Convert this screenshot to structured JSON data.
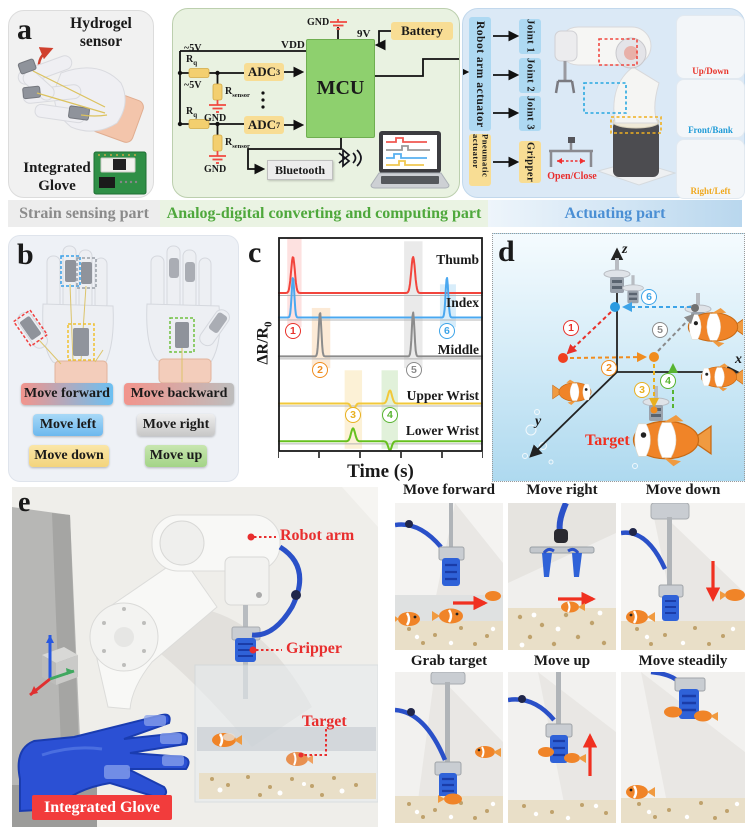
{
  "colors": {
    "accent_red": "#e82e2e",
    "banner_gray_text": "#8b8b8b",
    "banner_green_text": "#4fa83c",
    "banner_blue_text": "#4b8fd4",
    "mcu_green": "#8ed06e",
    "component_yellow": "#f8dd94",
    "joint_blue": "#aed9f2",
    "glove_blue": "#2b50d4",
    "fish_orange": "#f08428"
  },
  "panel_a": {
    "label": "a",
    "hydrogel_sensor": "Hydrogel sensor",
    "integrated_glove": "Integrated Glove",
    "circuit": {
      "v_top": "~5V",
      "v_mid": "~5V",
      "rq": {
        "base": "R",
        "sub": "q"
      },
      "rsensor": {
        "base": "R",
        "sub": "sensor"
      },
      "gnd": "GND",
      "adc3": {
        "base": "ADC",
        "sub": "3"
      },
      "adc7": {
        "base": "ADC",
        "sub": "7"
      },
      "vdd": "VDD",
      "mcu": "MCU",
      "v9": "9V",
      "battery": "Battery",
      "bluetooth": "Bluetooth"
    },
    "actuators": {
      "robot_arm_actuator": "Robot arm actuator",
      "joint1": "Joint 1",
      "joint2": "Joint 2",
      "joint3": "Joint 3",
      "pneumatic_actuator": "Pneumatic actuator",
      "gripper": "Gripper",
      "open_close": "Open/Close",
      "up_down": "Up/Down",
      "front_bank": "Front/Bank",
      "right_left": "Right/Left"
    }
  },
  "banner": {
    "strain": "Strain sensing part",
    "computing": "Analog-digital converting and computing part",
    "actuating": "Actuating part"
  },
  "panel_b": {
    "label": "b",
    "moves": [
      "Move forward",
      "Move backward",
      "Move left",
      "Move right",
      "Move down",
      "Move up"
    ]
  },
  "panel_c": {
    "label": "c"
  },
  "chart_data": {
    "type": "line",
    "xlabel": "Time (s)",
    "ylabel_base": "ΔR/R",
    "ylabel_sub": "0",
    "x_ticks": 6,
    "grid": false,
    "legend_position": "right-inline",
    "series": [
      {
        "name": "Thumb",
        "color": "#f2453d",
        "baseline": 0.272,
        "peaks": [
          {
            "x": 0.073,
            "h": 36,
            "w": 0.013
          },
          {
            "x": 0.659,
            "h": 36,
            "w": 0.013
          }
        ]
      },
      {
        "name": "Index",
        "color": "#4aa8f0",
        "baseline": 0.386,
        "peaks": [
          {
            "x": 0.073,
            "h": 40,
            "w": 0.009
          },
          {
            "x": 0.824,
            "h": 40,
            "w": 0.009
          }
        ]
      },
      {
        "name": "Middle",
        "color": "#8c8c8c",
        "baseline": 0.567,
        "peaks": [
          {
            "x": 0.205,
            "h": 44,
            "w": 0.009
          },
          {
            "x": 0.659,
            "h": 44,
            "w": 0.009
          }
        ]
      },
      {
        "name": "Upper Wrist",
        "color": "#f2c83a",
        "baseline": 0.786,
        "peaks": [
          {
            "x": 0.366,
            "h": -9,
            "w": 0.012
          },
          {
            "x": 0.546,
            "h": 13,
            "w": 0.014
          }
        ]
      },
      {
        "name": "Lower Wrist",
        "color": "#66c01e",
        "baseline": 0.962,
        "peaks": [
          {
            "x": 0.366,
            "h": 13,
            "w": 0.014
          },
          {
            "x": 0.546,
            "h": -9,
            "w": 0.012
          }
        ]
      }
    ],
    "series_label_y": [
      0.112,
      0.312,
      0.53,
      0.745,
      0.905
    ],
    "bands": [
      {
        "x0": 0.045,
        "x1": 0.115,
        "y0": 0.005,
        "y1": 0.42,
        "color": "#f2453d",
        "opacity": 0.16
      },
      {
        "x0": 0.165,
        "x1": 0.255,
        "y0": 0.33,
        "y1": 0.61,
        "color": "#f08c1e",
        "opacity": 0.18
      },
      {
        "x0": 0.325,
        "x1": 0.41,
        "y0": 0.62,
        "y1": 0.985,
        "color": "#f0b41e",
        "opacity": 0.18
      },
      {
        "x0": 0.505,
        "x1": 0.585,
        "y0": 0.62,
        "y1": 0.985,
        "color": "#58b431",
        "opacity": 0.18
      },
      {
        "x0": 0.615,
        "x1": 0.705,
        "y0": 0.02,
        "y1": 0.61,
        "color": "#888888",
        "opacity": 0.18
      },
      {
        "x0": 0.79,
        "x1": 0.868,
        "y0": 0.22,
        "y1": 0.42,
        "color": "#3da4e8",
        "opacity": 0.2
      }
    ],
    "markers": [
      {
        "n": "1",
        "x": 0.073,
        "y": 0.437,
        "color": "#e8312a"
      },
      {
        "n": "2",
        "x": 0.205,
        "y": 0.619,
        "color": "#f08c1e"
      },
      {
        "n": "3",
        "x": 0.366,
        "y": 0.828,
        "color": "#e8b020"
      },
      {
        "n": "4",
        "x": 0.546,
        "y": 0.828,
        "color": "#58b431"
      },
      {
        "n": "5",
        "x": 0.663,
        "y": 0.619,
        "color": "#8a8a8a"
      },
      {
        "n": "6",
        "x": 0.824,
        "y": 0.437,
        "color": "#3da4e8"
      }
    ]
  },
  "panel_d": {
    "label": "d",
    "axis_x": "x",
    "axis_y": "y",
    "axis_z": "z",
    "target": "Target",
    "steps": [
      {
        "n": "1",
        "color": "#e8312a"
      },
      {
        "n": "2",
        "color": "#f08c1e"
      },
      {
        "n": "3",
        "color": "#e8b020"
      },
      {
        "n": "4",
        "color": "#58b431"
      },
      {
        "n": "5",
        "color": "#8a8a8a"
      },
      {
        "n": "6",
        "color": "#3da4e8"
      }
    ]
  },
  "panel_e": {
    "label": "e",
    "annotations": {
      "robot_arm": "Robot arm",
      "gripper": "Gripper",
      "target": "Target"
    },
    "badge": "Integrated Glove",
    "tiles": [
      {
        "title": "Move forward"
      },
      {
        "title": "Move right"
      },
      {
        "title": "Move down"
      },
      {
        "title": "Grab target"
      },
      {
        "title": "Move up"
      },
      {
        "title": "Move steadily"
      }
    ]
  }
}
